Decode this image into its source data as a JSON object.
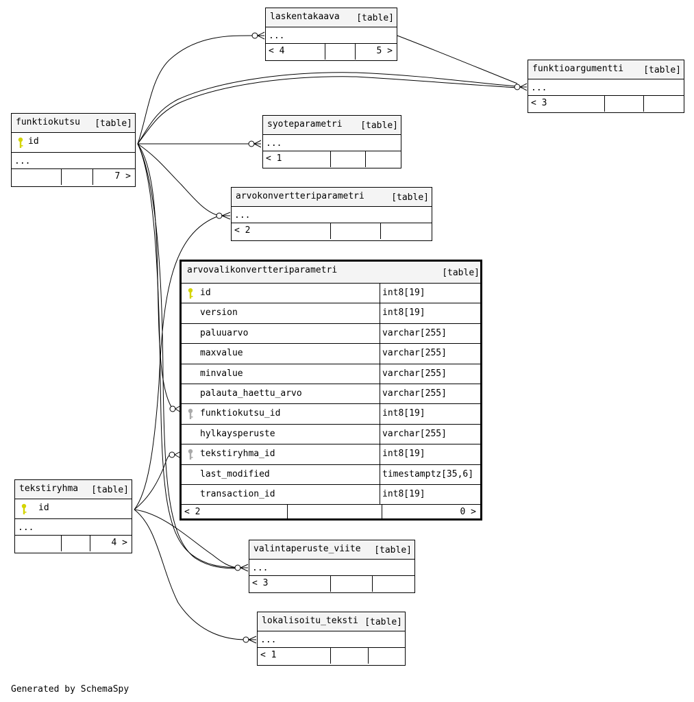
{
  "footer": "Generated by SchemaSpy",
  "table_tag": "[table]",
  "tables": {
    "laskentakaava": {
      "name": "laskentakaava",
      "row": "...",
      "left": "< 4",
      "right": "5 >"
    },
    "funktioargumentti": {
      "name": "funktioargumentti",
      "row": "...",
      "left": "< 3"
    },
    "funktiokutsu": {
      "name": "funktiokutsu",
      "pk": "id",
      "row": "...",
      "right": "7 >"
    },
    "syoteparametri": {
      "name": "syoteparametri",
      "row": "...",
      "left": "< 1"
    },
    "arvokonvertteriparametri": {
      "name": "arvokonvertteriparametri",
      "row": "...",
      "left": "< 2"
    },
    "arvovalikonvertteriparametri": {
      "name": "arvovalikonvertteriparametri",
      "left": "< 2",
      "right": "0 >",
      "columns": [
        {
          "name": "id",
          "type": "int8[19]",
          "key": "pk"
        },
        {
          "name": "version",
          "type": "int8[19]",
          "key": ""
        },
        {
          "name": "paluuarvo",
          "type": "varchar[255]",
          "key": ""
        },
        {
          "name": "maxvalue",
          "type": "varchar[255]",
          "key": ""
        },
        {
          "name": "minvalue",
          "type": "varchar[255]",
          "key": ""
        },
        {
          "name": "palauta_haettu_arvo",
          "type": "varchar[255]",
          "key": ""
        },
        {
          "name": "funktiokutsu_id",
          "type": "int8[19]",
          "key": "fk"
        },
        {
          "name": "hylkaysperuste",
          "type": "varchar[255]",
          "key": ""
        },
        {
          "name": "tekstiryhma_id",
          "type": "int8[19]",
          "key": "fk"
        },
        {
          "name": "last_modified",
          "type": "timestamptz[35,6]",
          "key": ""
        },
        {
          "name": "transaction_id",
          "type": "int8[19]",
          "key": ""
        }
      ]
    },
    "tekstiryhma": {
      "name": "tekstiryhma",
      "pk": "id",
      "row": "...",
      "right": "4 >"
    },
    "valintaperuste_viite": {
      "name": "valintaperuste_viite",
      "row": "...",
      "left": "< 3"
    },
    "lokalisoitu_teksti": {
      "name": "lokalisoitu_teksti",
      "row": "...",
      "left": "< 1"
    }
  },
  "colors": {
    "pk_key": "#d4d400",
    "fk_key": "#aaaaaa",
    "header_bg": "#f4f4f4",
    "line": "#000000"
  }
}
